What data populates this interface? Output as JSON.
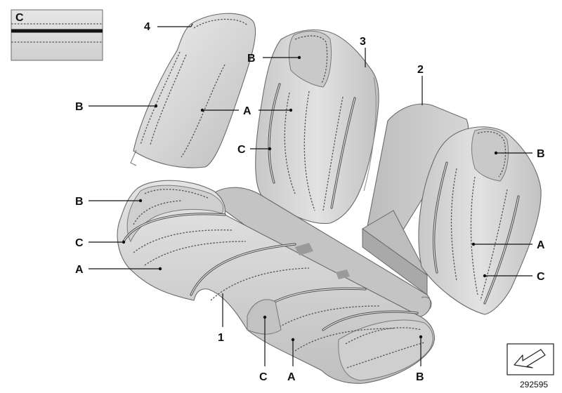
{
  "inset": {
    "label": "C"
  },
  "parts": {
    "p1": "1",
    "p2": "2",
    "p3": "3",
    "p4": "4"
  },
  "letters": {
    "a": "A",
    "b": "B",
    "c": "C"
  },
  "ref_number": "292595",
  "colors": {
    "upholstery": "#d7d7d7",
    "upholstery_dark": "#b8b8b8",
    "piping": "#4a4a4a",
    "leader": "#111111"
  },
  "icons": {
    "nav_arrow": "arrow-icon"
  }
}
